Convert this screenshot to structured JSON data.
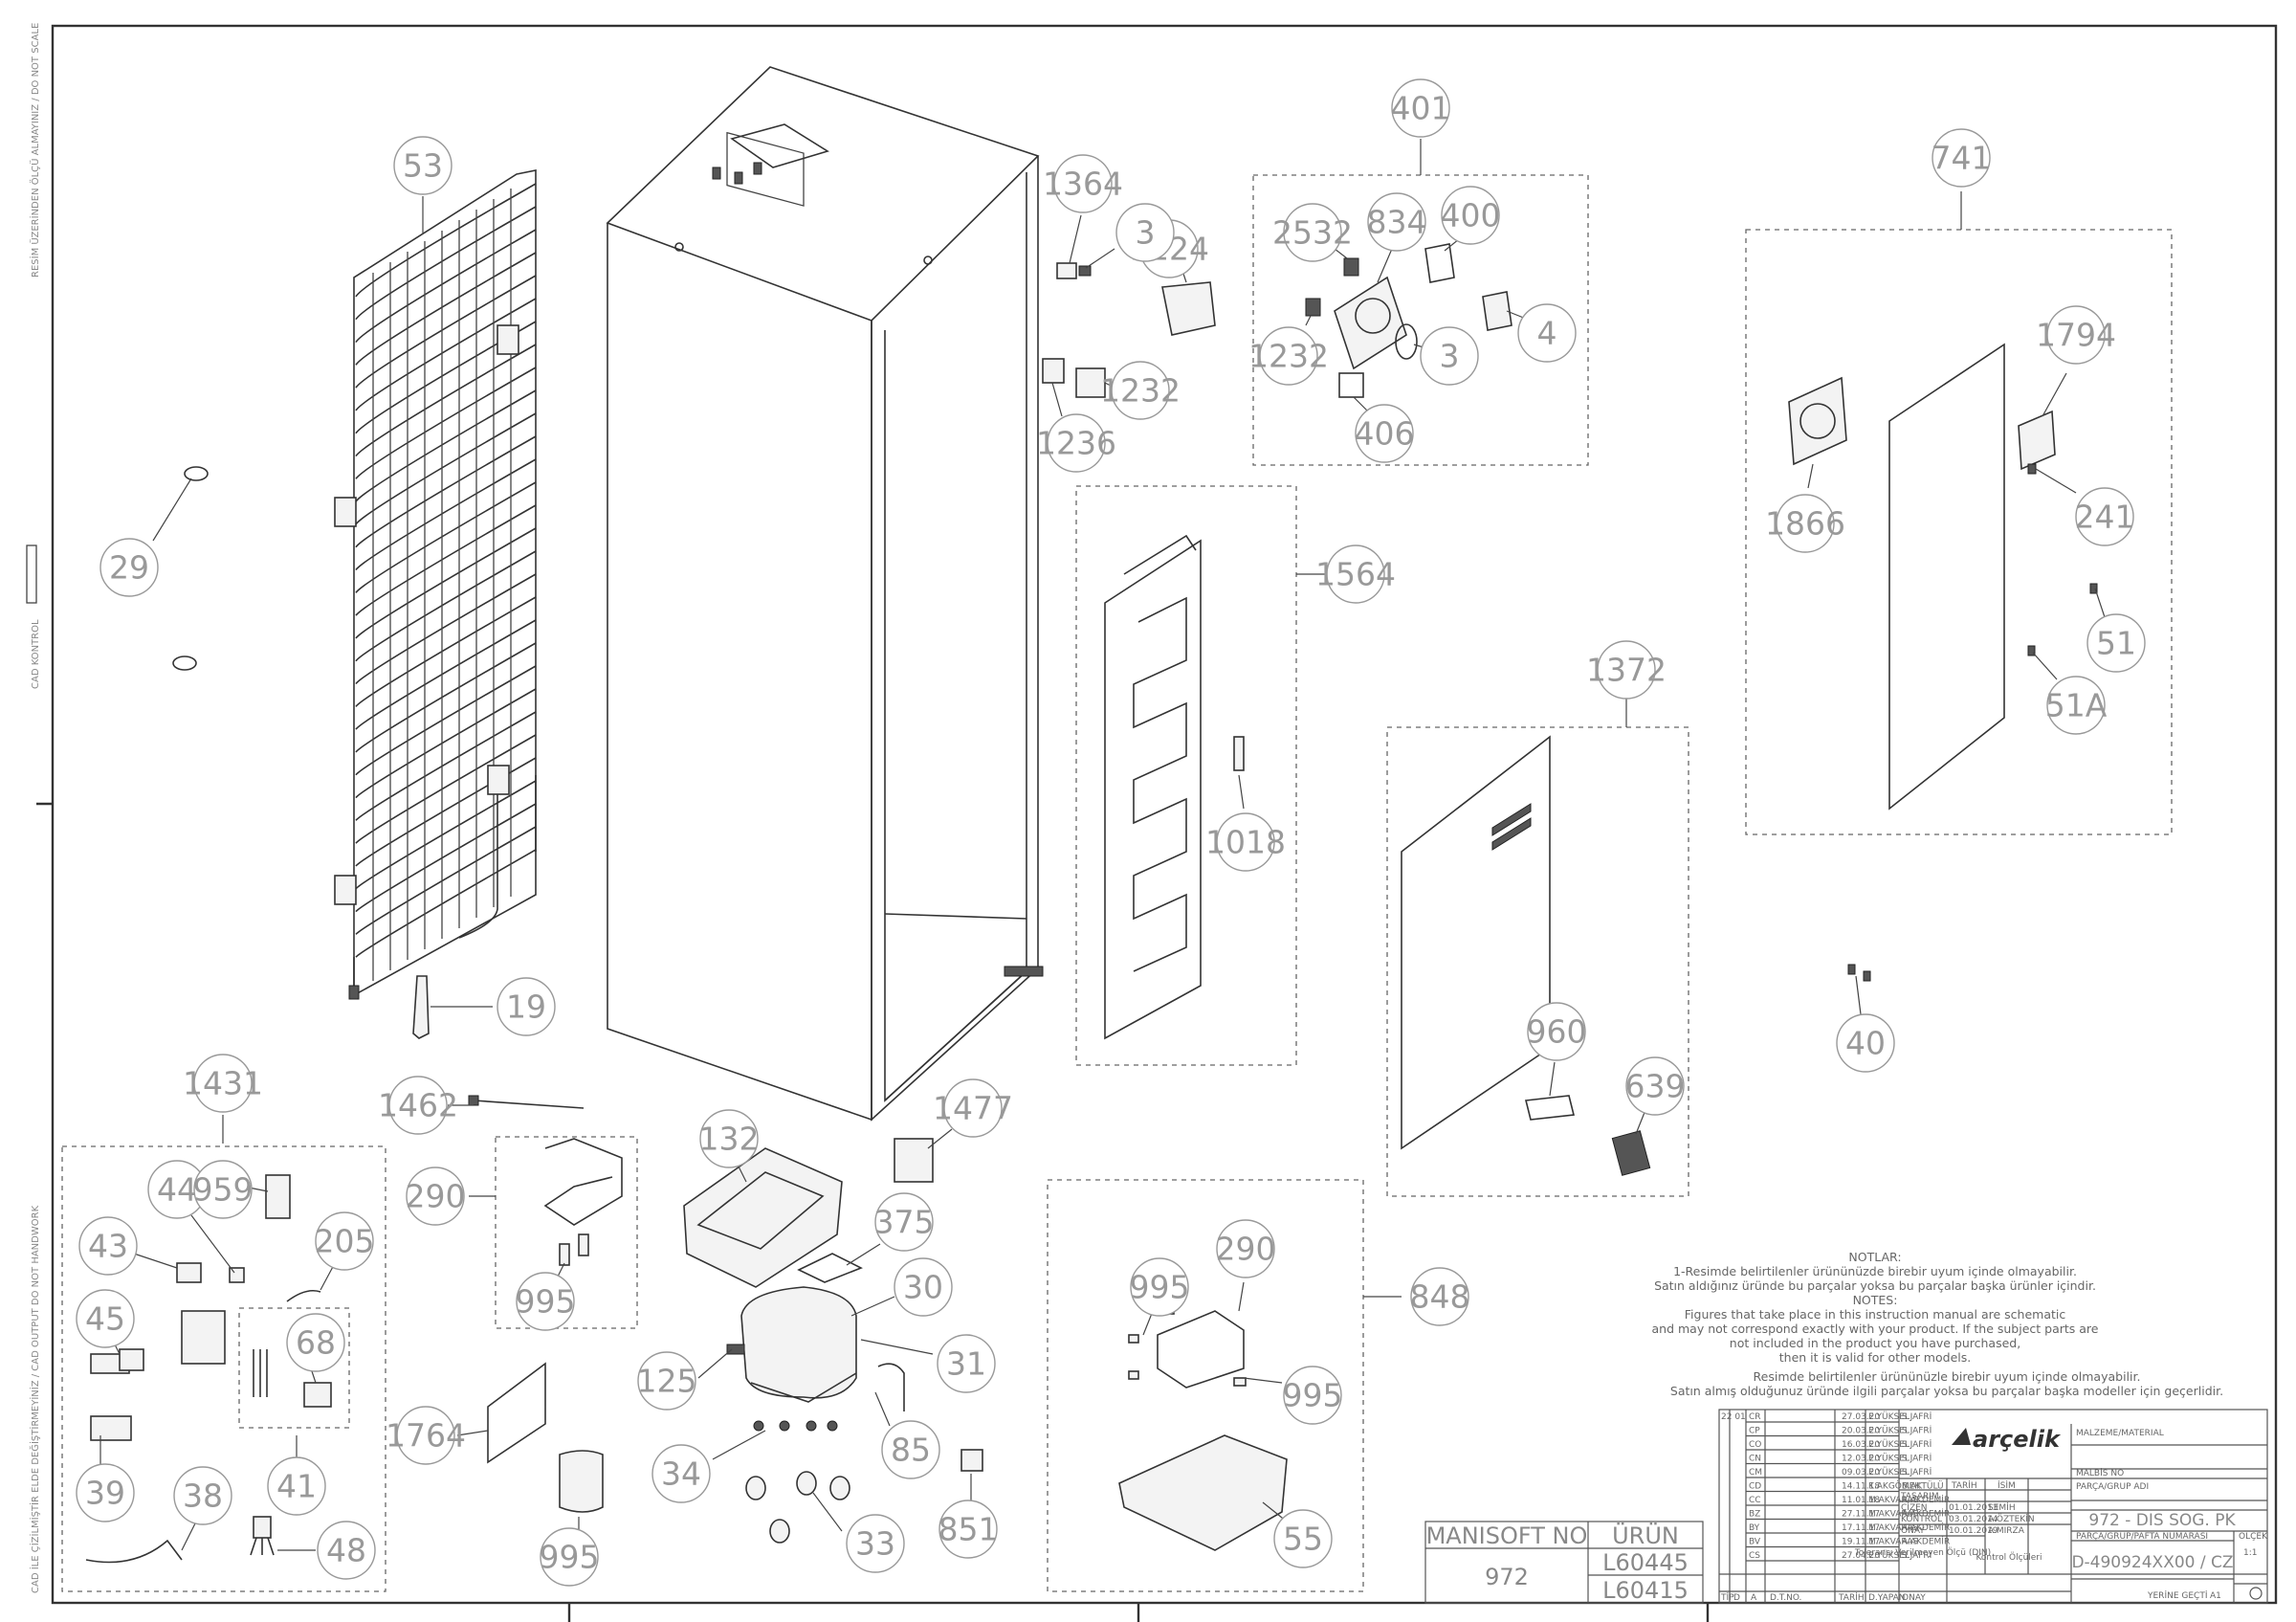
{
  "sheet": {
    "side_note_top": "RESİM ÜZERİNDEN ÖLÇÜ ALMAYINIZ / DO NOT SCALE",
    "side_note_middle": "CAD KONTROL",
    "side_note_bottom": "CAD İLE ÇİZİLMİŞTİR ELDE DEĞİŞTİRMEYİNİZ / CAD OUTPUT DO NOT HANDWORK"
  },
  "callouts": [
    "53",
    "29",
    "19",
    "1462",
    "1431",
    "44",
    "959",
    "43",
    "205",
    "45",
    "68",
    "39",
    "41",
    "38",
    "48",
    "290",
    "995",
    "132",
    "1477",
    "375",
    "30",
    "31",
    "125",
    "34",
    "85",
    "33",
    "851",
    "1764",
    "1364",
    "3",
    "1124",
    "1232",
    "1236",
    "401",
    "2532",
    "834",
    "400",
    "4",
    "406",
    "1564",
    "1018",
    "1372",
    "960",
    "639",
    "848",
    "55",
    "741",
    "1794",
    "1866",
    "241",
    "51",
    "51A",
    "40"
  ],
  "notes": {
    "title_tr": "NOTLAR:",
    "line1": "1-Resimde belirtilenler ürününüzde birebir   uyum içinde olmayabilir.",
    "line2": "Satın aldığınız üründe bu parçalar yoksa bu parçalar başka ürünler içindir.",
    "title_en": "NOTES:",
    "line3": "Figures that take place in this instruction manual are schematic",
    "line4": "and may not correspond exactly with your product. If the subject parts are",
    "line5": "not included in the product you have purchased,",
    "line6": "then it is valid for other models.",
    "line7": "Resimde belirtilenler ürününüzle birebir uyum içinde olmayabilir.",
    "line8": "Satın almış olduğunuz üründe ilgili parçalar yoksa bu parçalar başka modeller için geçerlidir."
  },
  "manisoft": {
    "header_left": "MANISOFT NO",
    "header_right": "ÜRÜN",
    "value": "972",
    "product_1": "L60445",
    "product_2": "L60415"
  },
  "title_block": {
    "revisions": [
      {
        "rev": "CR",
        "date": "27.03.20",
        "name": "E.YÜKSEL",
        "check": "S.JAFRİ"
      },
      {
        "rev": "CP",
        "date": "20.03.20",
        "name": "E.YÜKSEL",
        "check": "S.JAFRİ"
      },
      {
        "rev": "CO",
        "date": "16.03.20",
        "name": "E.YÜKSEL",
        "check": "S.JAFRİ"
      },
      {
        "rev": "CN",
        "date": "12.03.20",
        "name": "E.YÜKSEL",
        "check": "S.JAFRİ"
      },
      {
        "rev": "CM",
        "date": "09.03.20",
        "name": "E.YÜKSEL",
        "check": "S.JAFRİ"
      },
      {
        "rev": "CD",
        "date": "14.11.18",
        "name": "K.AKGÖMEK",
        "check": "B.AKTÜLÜ"
      },
      {
        "rev": "CC",
        "date": "11.01.18",
        "name": "M.AKVARAS",
        "check": "A.AKDEMİR"
      },
      {
        "rev": "BZ",
        "date": "27.11.17",
        "name": "M.AKVARAS",
        "check": "A.AKDEMİR"
      },
      {
        "rev": "BY",
        "date": "17.11.17",
        "name": "M.AKVARAS",
        "check": "A.AKDEMİR"
      },
      {
        "rev": "BV",
        "date": "19.11.17",
        "name": "M.AKVARAS",
        "check": "A.AKDEMİR"
      },
      {
        "rev": "CS",
        "date": "27.04.20",
        "name": "E.YÜKSEL",
        "check": "S.JAFRİ"
      }
    ],
    "footer_cols": [
      "TİP",
      "D",
      "A",
      "D.T.NO.",
      "TARİH",
      "D.YAPAN",
      "ONAY"
    ],
    "sheet_no": "22 01",
    "brand": "arçelik",
    "approvals": [
      {
        "role": "TASARIM",
        "date": "",
        "name": ""
      },
      {
        "role": "ÇİZEN",
        "date": "01.01.2013",
        "name": "SEMİH"
      },
      {
        "role": "KONTROL",
        "date": "03.01.2014",
        "name": "A.ÖZTEKİN"
      },
      {
        "role": "ONAY",
        "date": "10.01.2019",
        "name": "A.MIRZA"
      }
    ],
    "col_tarih": "TARİH",
    "col_isim": "İSİM",
    "tolerance_label": "Toleransı Verilmeyen Ölçü (DIN)",
    "control_label": "Kontrol Ölçüleri",
    "material_label": "MALZEME/MATERIAL",
    "mal_no_label": "MALBİS NO",
    "part_name_label": "PARÇA/GRUP ADI",
    "part_name": "972 - DIS SOG. PK",
    "part_number_label": "PARÇA/GRUP/PAFTA NUMARASI",
    "part_number": "D-490924XX00 / CZ",
    "scale_label": "ÖLÇEK",
    "scale_value": "1:1",
    "sheet_label": "YERİNE GEÇTİ",
    "paper": "A1"
  }
}
